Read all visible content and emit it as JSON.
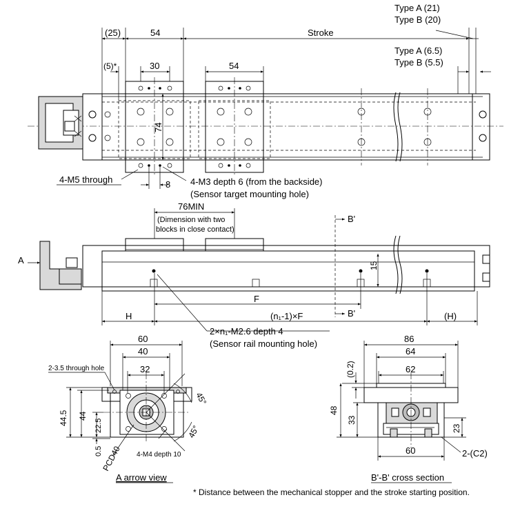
{
  "top_view": {
    "dim_25": "(25)",
    "dim_54": "54",
    "stroke": "Stroke",
    "type_a_21": "Type A (21)",
    "type_b_20": "Type B (20)",
    "dim_5": "(5)*",
    "dim_30": "30",
    "dim_54_right": "54",
    "type_a_65": "Type A (6.5)",
    "type_b_55": "Type B (5.5)",
    "dim_74": "74",
    "m5": "4-M5 through",
    "dim_8": "8",
    "m3": "4-M3 depth 6 (from the backside)",
    "sensor_target": "(Sensor target mounting hole)"
  },
  "side_view": {
    "dim_76min": "76MIN",
    "note_1": "(Dimension with two",
    "note_2": "blocks in close contact)",
    "section_b_top": "B'",
    "section_b_bottom": "B'",
    "arrow_a": "A",
    "dim_15": "15",
    "dim_f": "F",
    "dim_h": "H",
    "dim_n1f": "(n₁-1)×F",
    "dim_h_right": "(H)",
    "m26": "2×n₁-M2.6 depth 4",
    "sensor_rail": "(Sensor rail mounting hole)"
  },
  "a_view": {
    "dim_60": "60",
    "dim_40": "40",
    "dim_32": "32",
    "through_hole": "2-3.5 through hole",
    "dim_445": "44.5",
    "dim_44": "44",
    "dim_225": "22.5",
    "dim_05": "0.5",
    "pcd": "PCD40",
    "m4": "4-M4 depth 10",
    "ang_1": "45°",
    "ang_2": "45°",
    "caption": "A arrow view"
  },
  "bb_view": {
    "dim_86": "86",
    "dim_64": "64",
    "dim_62": "62",
    "dim_02": "(0.2)",
    "dim_48": "48",
    "dim_33": "33",
    "dim_23": "23",
    "dim_60": "60",
    "c2": "2-(C2)",
    "caption": "B'-B' cross section"
  },
  "footnote": "* Distance between the mechanical stopper and the stroke starting position."
}
